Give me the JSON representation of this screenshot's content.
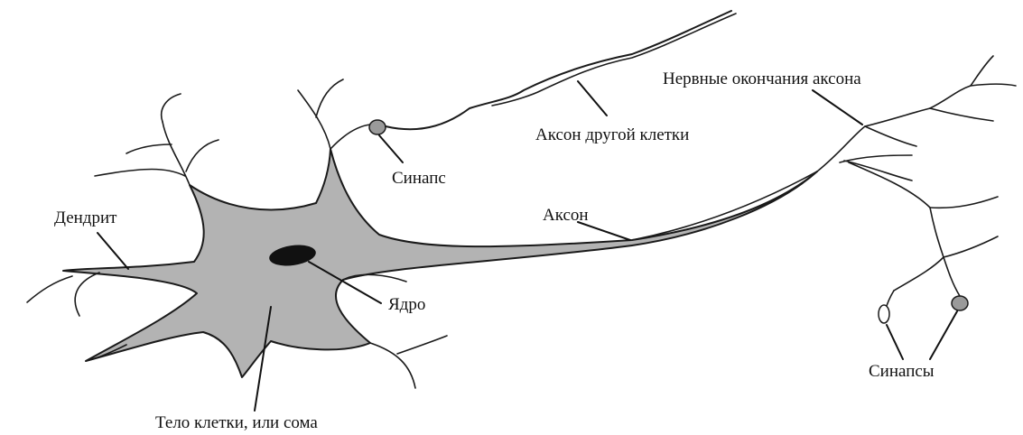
{
  "diagram": {
    "labels": {
      "nerve_endings": "Нервные окончания аксона",
      "axon_other_cell": "Аксон другой клетки",
      "synapse": "Синапс",
      "dendrite": "Дендрит",
      "axon": "Аксон",
      "nucleus": "Ядро",
      "synapses": "Синапсы",
      "cell_body": "Тело клетки, или сома"
    },
    "colors": {
      "soma_fill": "#b3b3b3",
      "nucleus_fill": "#111111",
      "synapse_fill": "#9a9a9a",
      "line": "#1a1a1a"
    }
  }
}
